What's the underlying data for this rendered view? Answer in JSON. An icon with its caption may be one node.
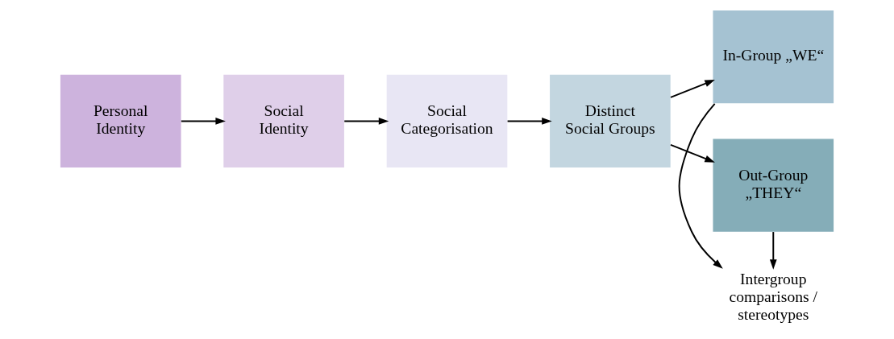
{
  "diagram": {
    "nodes": [
      {
        "text": [
          "Personal Identity"
        ]
      },
      {
        "text": [
          "Social Identity"
        ]
      },
      {
        "text": [
          "Social Categorisation"
        ]
      },
      {
        "text": [
          "Distinct Social Groups"
        ]
      },
      {
        "text": [
          "In-Group „WE“"
        ]
      },
      {
        "text": [
          "Intergroup comparisons / stereotypes"
        ]
      },
      {
        "text": [
          "Out-Group „THEY“"
        ]
      }
    ],
    "edges": [
      {
        "from": 0,
        "to": 1,
        "arrow": "to"
      },
      {
        "from": 1,
        "to": 2,
        "arrow": "to"
      },
      {
        "from": 2,
        "to": 3,
        "arrow": "to"
      },
      {
        "from": 3,
        "to": 4,
        "arrow": "to"
      },
      {
        "from": 3,
        "to": 6,
        "arrow": "to"
      },
      {
        "from": 4,
        "to": 5,
        "arrow": "to"
      },
      {
        "from": 6,
        "to": 5,
        "arrow": "to"
      }
    ]
  }
}
